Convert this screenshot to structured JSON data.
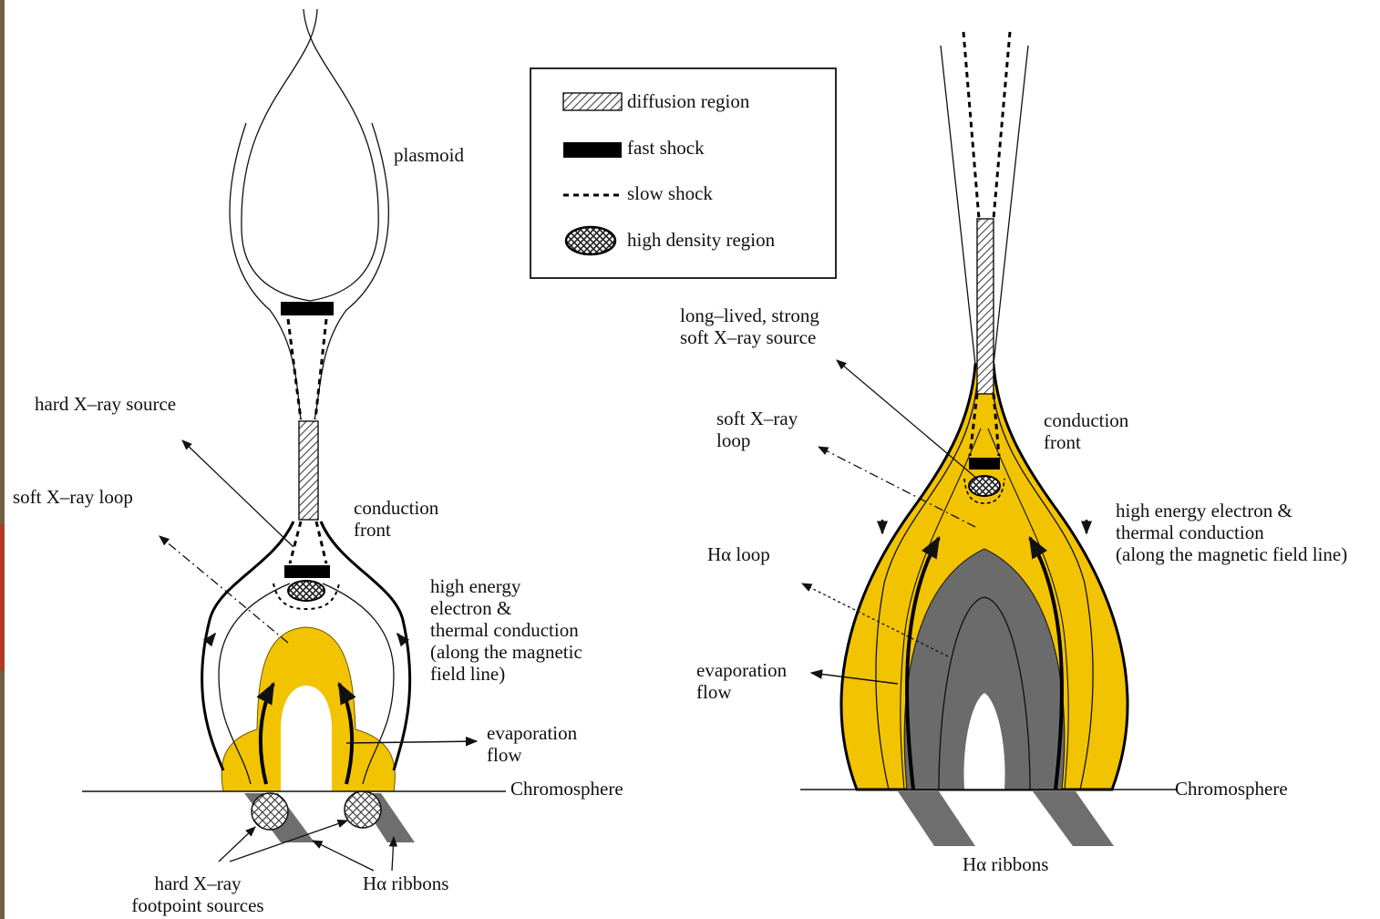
{
  "legend": {
    "items": [
      {
        "id": "diffusion",
        "label": "diffusion region",
        "icon": "hatched-rectangle-icon"
      },
      {
        "id": "fast",
        "label": "fast shock",
        "icon": "solid-bar-icon"
      },
      {
        "id": "slow",
        "label": "slow shock",
        "icon": "dashed-line-icon"
      },
      {
        "id": "density",
        "label": "high density region",
        "icon": "crosshatched-ellipse-icon"
      }
    ]
  },
  "left_panel": {
    "plasmoid": "plasmoid",
    "hard_xray_source": "hard X–ray source",
    "soft_xray_loop": "soft X–ray loop",
    "conduction_front": [
      "conduction",
      "front"
    ],
    "high_energy": [
      "high energy",
      "electron &",
      "thermal conduction",
      "(along the magnetic",
      "field line)"
    ],
    "evaporation_flow": [
      "evaporation",
      "flow"
    ],
    "chromosphere": "Chromosphere",
    "hard_xray_footpoints": [
      "hard X–ray",
      "footpoint sources"
    ],
    "ha_ribbons": "Hα ribbons"
  },
  "right_panel": {
    "long_lived": [
      "long–lived, strong",
      "soft X–ray source"
    ],
    "soft_xray_loop": [
      "soft X–ray",
      "loop"
    ],
    "conduction_front": [
      "conduction",
      "front"
    ],
    "high_energy": [
      "high energy electron &",
      "thermal conduction",
      "(along the magnetic field line)"
    ],
    "ha_loop": "Hα loop",
    "evaporation_flow": [
      "evaporation",
      "flow"
    ],
    "chromosphere": "Chromosphere",
    "ha_ribbons": "Hα ribbons"
  },
  "colors": {
    "soft_xray_fill": "#f2c300",
    "ha_loop_fill": "#6b6b6b",
    "ribbon_fill": "#6e6e6e",
    "frame_left": "#6e6043",
    "accent_left": "#b33a26"
  }
}
